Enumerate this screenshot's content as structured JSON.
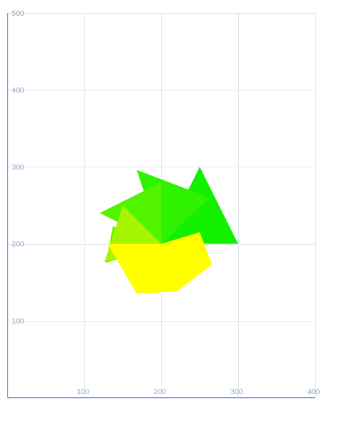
{
  "chart_data": {
    "type": "area",
    "title": "",
    "xlabel": "",
    "ylabel": "",
    "xlim": [
      0,
      400
    ],
    "ylim": [
      0,
      500
    ],
    "x_ticks": [
      100,
      200,
      300,
      400
    ],
    "y_ticks": [
      100,
      200,
      300,
      400,
      500
    ],
    "grid": true,
    "legend": "none",
    "axis_color": "#7f9be0",
    "grid_color": "#dfe8ec",
    "tick_label_color": "#8ea3cc",
    "center": [
      200,
      200
    ],
    "series": [
      {
        "color": "#12f000",
        "points": [
          [
            200,
            200
          ],
          [
            300,
            200
          ],
          [
            250,
            300
          ]
        ]
      },
      {
        "color": "#2ff200",
        "points": [
          [
            200,
            200
          ],
          [
            263,
            260
          ],
          [
            168,
            296
          ]
        ]
      },
      {
        "color": "#51f300",
        "points": [
          [
            200,
            200
          ],
          [
            200,
            280
          ],
          [
            120,
            240
          ]
        ]
      },
      {
        "color": "#6ff500",
        "points": [
          [
            200,
            200
          ],
          [
            137,
            223
          ],
          [
            128,
            175
          ]
        ]
      },
      {
        "color": "#a6f500",
        "points": [
          [
            200,
            200
          ],
          [
            150,
            250
          ],
          [
            126,
            176
          ]
        ]
      },
      {
        "color": "#ffff00",
        "points": [
          [
            200,
            200
          ],
          [
            250,
            215
          ],
          [
            266,
            173
          ],
          [
            220,
            138
          ],
          [
            168,
            135
          ],
          [
            130,
            200
          ]
        ]
      }
    ]
  }
}
